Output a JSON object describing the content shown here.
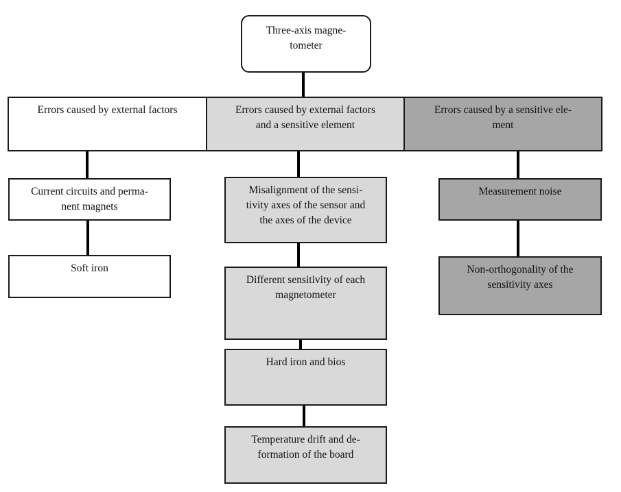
{
  "root": {
    "lines": [
      "Three-axis magne-",
      "tometer"
    ]
  },
  "categories": [
    {
      "lines": [
        "Errors caused by external factors"
      ]
    },
    {
      "lines": [
        "Errors caused by external factors",
        "and a sensitive element"
      ]
    },
    {
      "lines": [
        "Errors caused by a sensitive ele-",
        "ment"
      ]
    }
  ],
  "left_column": [
    {
      "lines": [
        "Current circuits and perma-",
        "nent magnets"
      ]
    },
    {
      "lines": [
        "Soft iron"
      ]
    }
  ],
  "middle_column": [
    {
      "lines": [
        "Misalignment of the sensi-",
        "tivity axes of the sensor and",
        "the axes of the device"
      ]
    },
    {
      "lines": [
        "Different sensitivity of each",
        "magnetometer"
      ]
    },
    {
      "lines": [
        "Hard iron and bios"
      ]
    },
    {
      "lines": [
        "Temperature drift and de-",
        "formation of the board"
      ]
    }
  ],
  "right_column": [
    {
      "lines": [
        "Measurement noise"
      ]
    },
    {
      "lines": [
        "Non-orthogonality of the",
        "sensitivity axes"
      ]
    }
  ],
  "colors": {
    "border": "#1a1a1a",
    "connector": "#000000",
    "external_fill": "#ffffff",
    "mixed_fill": "#d9d9d9",
    "sensitive_fill": "#a6a6a6"
  }
}
